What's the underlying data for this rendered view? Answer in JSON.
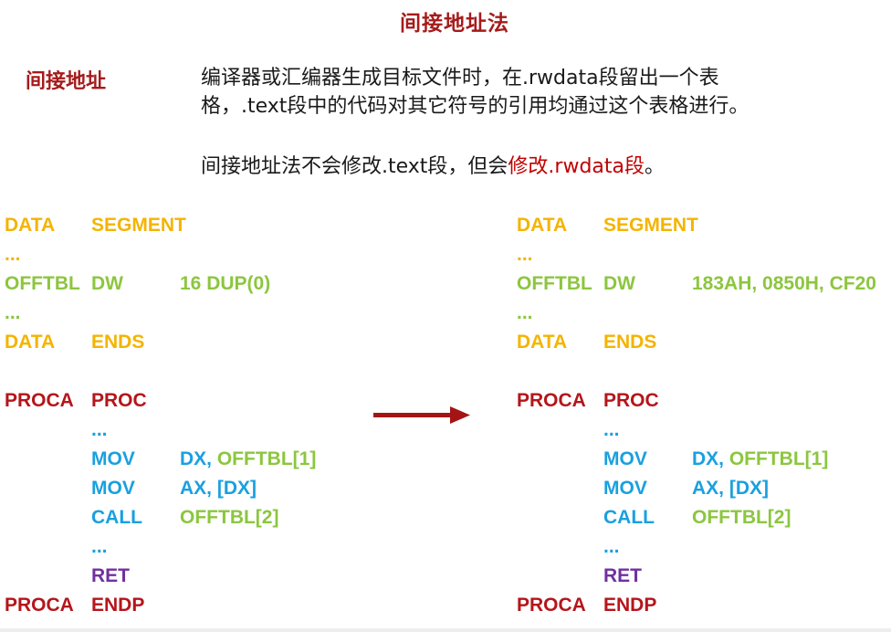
{
  "title": "间接地址法",
  "side_heading": "间接地址",
  "paragraph1": {
    "line1": "编译器或汇编器生成目标文件时，在.rwdata段留出一个表",
    "line2": "格，.text段中的代码对其它符号的引用均通过这个表格进行。"
  },
  "paragraph2": {
    "normal": "间接地址法不会修改.text段，但会",
    "highlight": "修改.rwdata段",
    "end": "。"
  },
  "colors": {
    "title": "#a51b1b",
    "directive": "#f4b400",
    "operand": "#8cc63f",
    "label_proc": "#b4161b",
    "instruction": "#1aa0df",
    "ret": "#7030a0",
    "arrow": "#a31515"
  },
  "left_code": {
    "data_label": "DATA",
    "segment": "SEGMENT",
    "ellipsis1": "...",
    "offtbl": "OFFTBL",
    "dw": "DW",
    "dw_value": "16 DUP(0)",
    "ellipsis2": "...",
    "data_label2": "DATA",
    "ends": "ENDS",
    "proca": "PROCA",
    "proc": "PROC",
    "ellipsis3": "...",
    "mov1": "MOV",
    "mov1_dst": "DX, ",
    "mov1_src": "OFFTBL[1]",
    "mov2": "MOV",
    "mov2_ops": "AX, [DX]",
    "call": "CALL",
    "call_target": "OFFTBL[2]",
    "ellipsis4": "...",
    "ret": "RET",
    "proca2": "PROCA",
    "endp": "ENDP"
  },
  "right_code": {
    "data_label": "DATA",
    "segment": "SEGMENT",
    "ellipsis1": "...",
    "offtbl": "OFFTBL",
    "dw": "DW",
    "dw_value": "183AH, 0850H, CF20",
    "ellipsis2": "...",
    "data_label2": "DATA",
    "ends": "ENDS",
    "proca": "PROCA",
    "proc": "PROC",
    "ellipsis3": "...",
    "mov1": "MOV",
    "mov1_dst": "DX, ",
    "mov1_src": "OFFTBL[1]",
    "mov2": "MOV",
    "mov2_ops": "AX, [DX]",
    "call": "CALL",
    "call_target": "OFFTBL[2]",
    "ellipsis4": "...",
    "ret": "RET",
    "proca2": "PROCA",
    "endp": "ENDP"
  }
}
